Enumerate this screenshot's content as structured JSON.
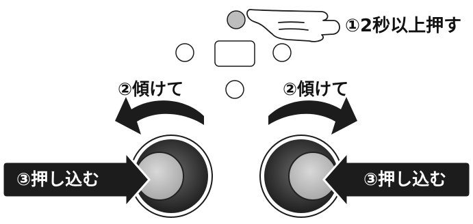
{
  "labels": {
    "step1": "①2秒以上押す",
    "step2_left": "②傾けて",
    "step2_right": "②傾けて",
    "step3_left": "③押し込む",
    "step3_right": "③押し込む"
  },
  "colors": {
    "outline": "#1a1a1a",
    "label_fill": "#1c1c1c",
    "label_text": "#ffffff",
    "button_highlight": "#bdbdbd",
    "stick_dark": "#3a3a3a",
    "stick_light": "#c8c8c8"
  },
  "icons": [
    "pointing-hand-icon",
    "curved-arrow-left-icon",
    "curved-arrow-right-icon",
    "press-arrow-right-icon",
    "press-arrow-left-icon"
  ]
}
